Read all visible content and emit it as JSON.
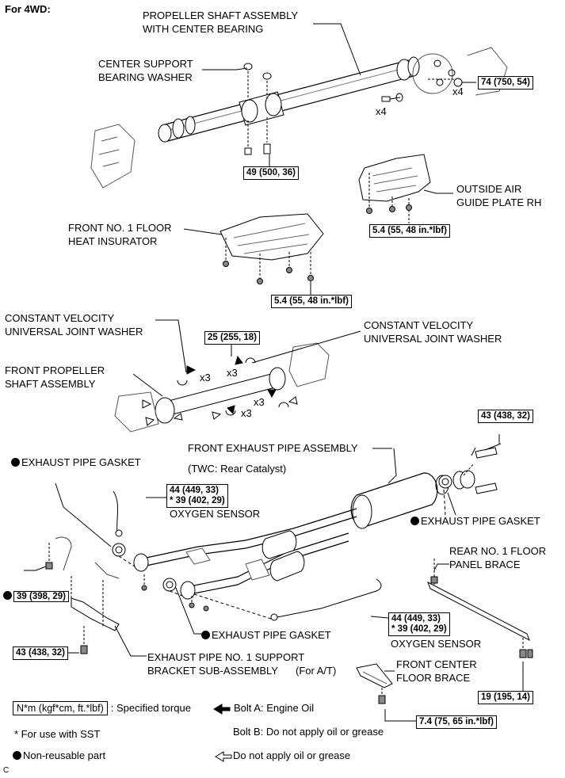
{
  "header": {
    "title": "For 4WD:"
  },
  "labels": {
    "prop_shaft_1": "PROPELLER SHAFT ASSEMBLY",
    "prop_shaft_2": "WITH CENTER BEARING",
    "center_washer_1": "CENTER SUPPORT",
    "center_washer_2": "BEARING WASHER",
    "air_guide_1": "OUTSIDE AIR",
    "air_guide_2": "GUIDE PLATE RH",
    "floor_heat_1": "FRONT NO. 1 FLOOR",
    "floor_heat_2": "HEAT INSURATOR",
    "cv_washer_left_1": "CONSTANT VELOCITY",
    "cv_washer_left_2": "UNIVERSAL JOINT WASHER",
    "cv_washer_right_1": "CONSTANT VELOCITY",
    "cv_washer_right_2": "UNIVERSAL JOINT WASHER",
    "front_prop_1": "FRONT PROPELLER",
    "front_prop_2": "SHAFT ASSEMBLY",
    "front_exhaust": "FRONT EXHAUST PIPE ASSEMBLY",
    "twc": "(TWC: Rear Catalyst)",
    "gasket_top_left": "EXHAUST PIPE GASKET",
    "gasket_right": "EXHAUST PIPE GASKET",
    "gasket_bottom": "EXHAUST PIPE GASKET",
    "oxygen_sensor_1": "OXYGEN SENSOR",
    "oxygen_sensor_2": "OXYGEN SENSOR",
    "rear_brace_1": "REAR NO. 1 FLOOR",
    "rear_brace_2": "PANEL  BRACE",
    "support_bracket_1": "EXHAUST PIPE NO. 1 SUPPORT",
    "support_bracket_2": "BRACKET SUB-ASSEMBLY",
    "for_at": "(For A/T)",
    "front_center_1": "FRONT CENTER",
    "front_center_2": "FLOOR BRACE",
    "x4_a": "x4",
    "x4_b": "x4",
    "x3_a": "x3",
    "x3_b": "x3",
    "x3_c": "x3",
    "x3_d": "x3",
    "corner": "C"
  },
  "torques": {
    "t74": "74 (750, 54)",
    "t49": "49 (500, 36)",
    "t5_4_a": "5.4 (55, 48 in.*lbf)",
    "t5_4_b": "5.4 (55, 48 in.*lbf)",
    "t25": "25 (255, 18)",
    "t43_top": "43 (438, 32)",
    "o2_1a": "44 (449, 33)",
    "o2_1b": "* 39 (402, 29)",
    "t39": "39 (398, 29)",
    "o2_2a": "44 (449, 33)",
    "o2_2b": "* 39 (402, 29)",
    "t43_bottom": "43 (438, 32)",
    "t19": "19 (195, 14)",
    "t7_4": "7.4 (75, 65 in.*lbf)"
  },
  "legend": {
    "box_text": "N*m (kgf*cm, ft.*lbf)",
    "box_suffix": ": Specified torque",
    "bolt_a": "Bolt A: Engine Oil",
    "bolt_b": "Bolt B: Do not apply oil or grease",
    "sst": "* For use with SST",
    "non_reusable": "Non-reusable part",
    "no_oil": "Do not apply oil or grease"
  }
}
